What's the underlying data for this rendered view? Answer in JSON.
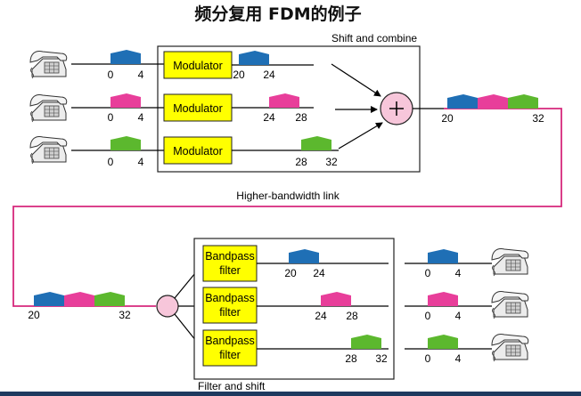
{
  "title": "频分复用 FDM的例子",
  "mux": {
    "label": "Shift and combine",
    "modulators": [
      {
        "label": "Modulator",
        "in_range": [
          "0",
          "4"
        ],
        "out_range": [
          "20",
          "24"
        ]
      },
      {
        "label": "Modulator",
        "in_range": [
          "0",
          "4"
        ],
        "out_range": [
          "24",
          "28"
        ]
      },
      {
        "label": "Modulator",
        "in_range": [
          "0",
          "4"
        ],
        "out_range": [
          "28",
          "32"
        ]
      }
    ],
    "output_range": [
      "20",
      "32"
    ]
  },
  "link_label": "Higher-bandwidth link",
  "demux": {
    "label": "Filter and shift",
    "filters": [
      {
        "line1": "Bandpass",
        "line2": "filter",
        "band": [
          "20",
          "24"
        ],
        "out_range": [
          "0",
          "4"
        ]
      },
      {
        "line1": "Bandpass",
        "line2": "filter",
        "band": [
          "24",
          "28"
        ],
        "out_range": [
          "0",
          "4"
        ]
      },
      {
        "line1": "Bandpass",
        "line2": "filter",
        "band": [
          "28",
          "32"
        ],
        "out_range": [
          "0",
          "4"
        ]
      }
    ],
    "input_range": [
      "20",
      "32"
    ]
  },
  "colors": {
    "channel1": "#1f6fb5",
    "channel2": "#e83e9a",
    "channel3": "#5cb82e",
    "link": "#d6287c",
    "box_fill": "#ffff00",
    "accent_bar": "#1e3a5f"
  },
  "icons": {
    "phone": "telephone-icon",
    "adder": "plus-circle-icon",
    "splitter": "splitter-circle-icon"
  }
}
